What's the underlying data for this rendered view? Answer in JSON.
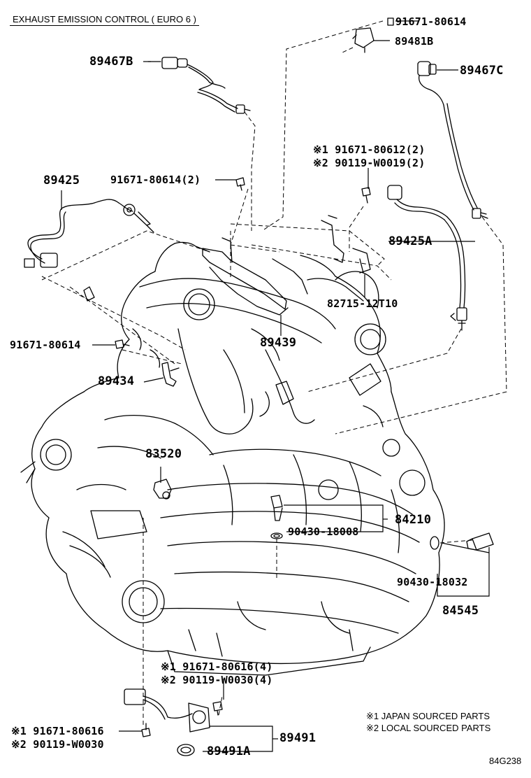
{
  "title": "EXHAUST EMISSION CONTROL ( EURO 6 )",
  "diagram_code": "84G238",
  "parts": [
    {
      "id": "p1",
      "text": "91671-80614"
    },
    {
      "id": "p2",
      "text": "89481B"
    },
    {
      "id": "p3",
      "text": "89467B"
    },
    {
      "id": "p4",
      "text": "89467C"
    },
    {
      "id": "p5",
      "text": "※1 91671-80612(2)"
    },
    {
      "id": "p6",
      "text": "※2 90119-W0019(2)"
    },
    {
      "id": "p7",
      "text": "89425"
    },
    {
      "id": "p8",
      "text": "91671-80614(2)"
    },
    {
      "id": "p9",
      "text": "89425A"
    },
    {
      "id": "p10",
      "text": "82715-12T10"
    },
    {
      "id": "p11",
      "text": "91671-80614"
    },
    {
      "id": "p12",
      "text": "89439"
    },
    {
      "id": "p13",
      "text": "89434"
    },
    {
      "id": "p14",
      "text": "83520"
    },
    {
      "id": "p15",
      "text": "84210"
    },
    {
      "id": "p16",
      "text": "90430-18008"
    },
    {
      "id": "p17",
      "text": "90430-18032"
    },
    {
      "id": "p18",
      "text": "84545"
    },
    {
      "id": "p19",
      "text": "※1 91671-80616(4)"
    },
    {
      "id": "p20",
      "text": "※2 90119-W0030(4)"
    },
    {
      "id": "p21",
      "text": "※1 91671-80616"
    },
    {
      "id": "p22",
      "text": "※2 90119-W0030"
    },
    {
      "id": "p23",
      "text": "89491"
    },
    {
      "id": "p24",
      "text": "89491A"
    }
  ],
  "legend": [
    {
      "text": "※1 JAPAN SOURCED PARTS"
    },
    {
      "text": "※2 LOCAL SOURCED PARTS"
    }
  ]
}
